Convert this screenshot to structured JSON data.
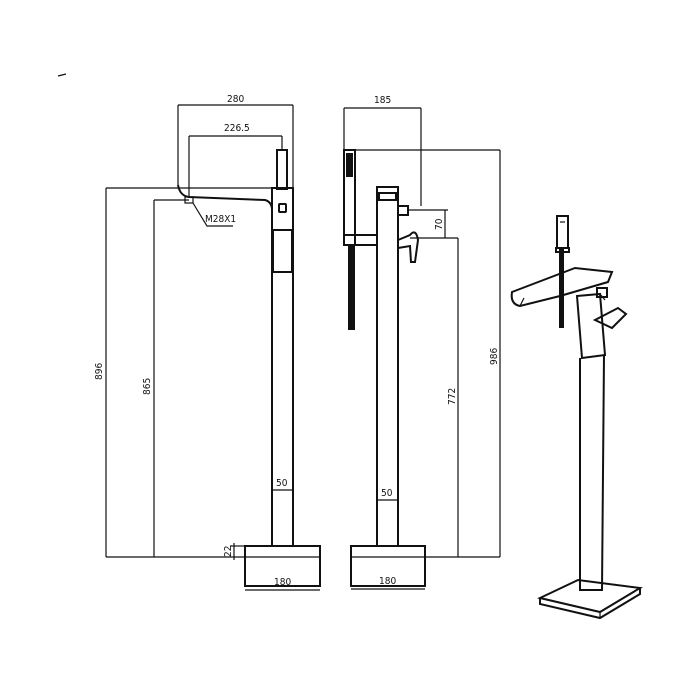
{
  "drawing": {
    "front_view": {
      "dim_width_total": "280",
      "dim_spout_reach": "226.5",
      "thread_label": "M28X1",
      "dim_total_height": "896",
      "dim_spout_height": "865",
      "dim_column": "50",
      "dim_base_thickness": "22",
      "dim_base_width": "180"
    },
    "side_view": {
      "dim_depth": "185",
      "dim_handle_offset": "70",
      "dim_handle_height": "772",
      "dim_total_height": "986",
      "dim_column": "50",
      "dim_base_width": "180"
    }
  }
}
